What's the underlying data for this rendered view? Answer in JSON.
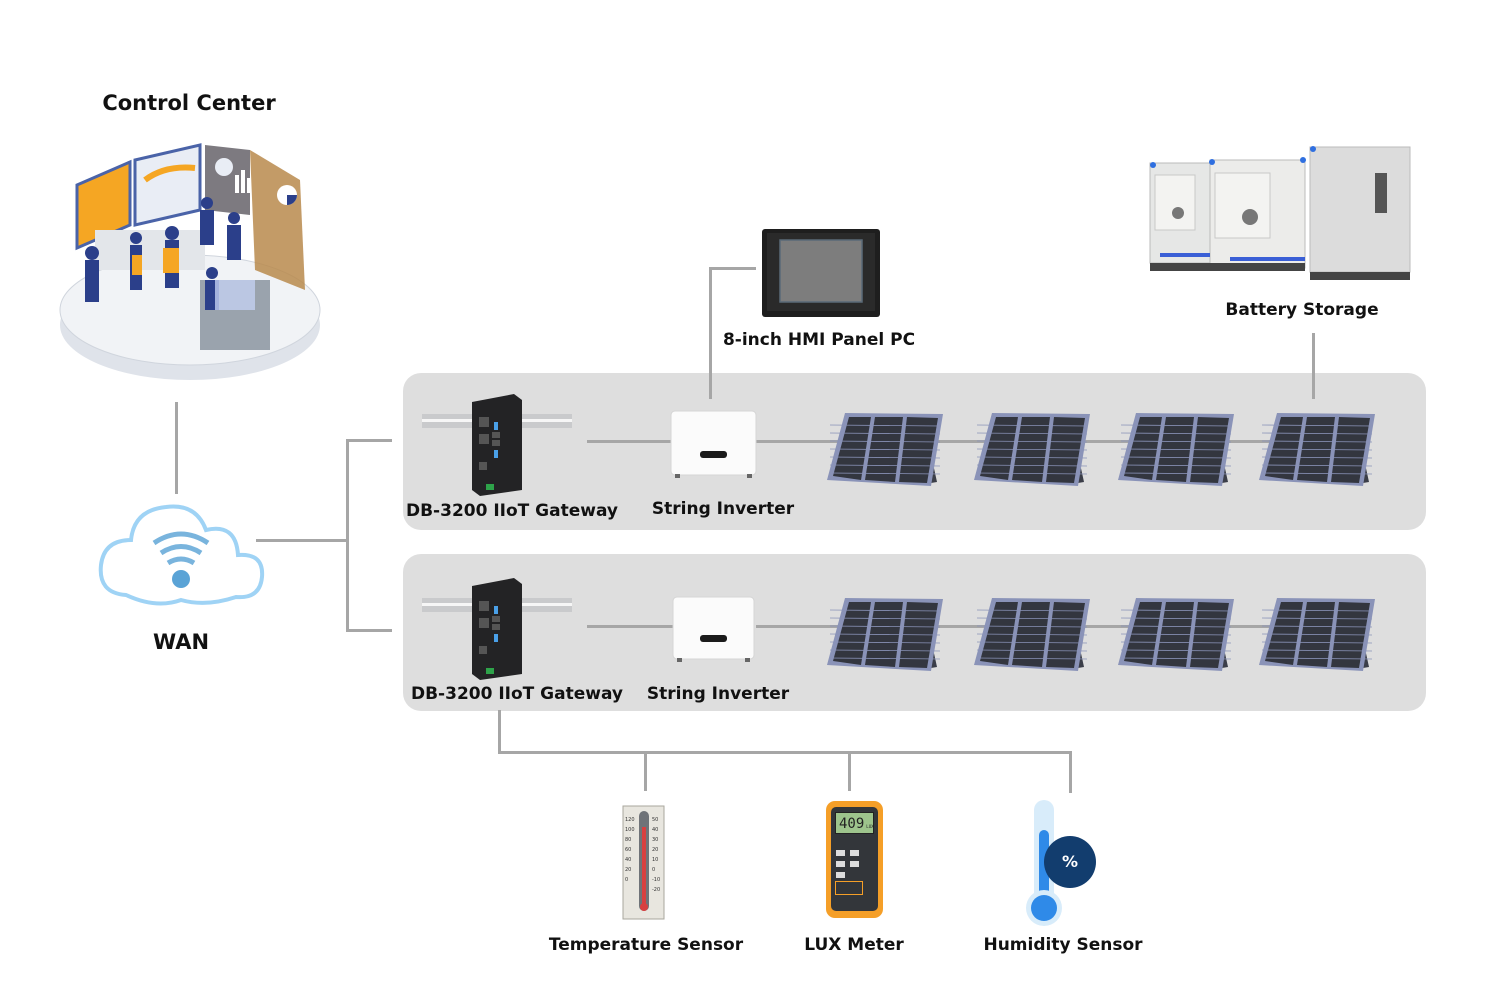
{
  "diagram": {
    "control_center": {
      "label": "Control Center"
    },
    "wan": {
      "label": "WAN"
    },
    "hmi": {
      "label": "8-inch HMI Panel PC"
    },
    "battery": {
      "label": "Battery Storage"
    },
    "rows": [
      {
        "gateway_label": "DB-3200 IIoT Gateway",
        "inverter_label": "String Inverter",
        "panel_count": 4
      },
      {
        "gateway_label": "DB-3200 IIoT Gateway",
        "inverter_label": "String Inverter",
        "panel_count": 4
      }
    ],
    "sensors": [
      {
        "label": "Temperature Sensor"
      },
      {
        "label": "LUX Meter",
        "reading": "409",
        "unit": "LUX"
      },
      {
        "label": "Humidity Sensor",
        "symbol": "%"
      }
    ],
    "thermometer_scale_left": [
      "120",
      "100",
      "80",
      "60",
      "40",
      "20",
      "0"
    ],
    "thermometer_scale_right": [
      "50",
      "40",
      "30",
      "20",
      "10",
      "0",
      "-10",
      "-20"
    ]
  },
  "colors": {
    "row_bg": "#dedede",
    "line": "#a6a6a6",
    "panel_frame": "#8a93b8",
    "panel_cell": "#33363f",
    "accent_orange": "#f5a623",
    "accent_blue": "#2f7fe0",
    "cloud_outline": "#9fd3f5"
  }
}
